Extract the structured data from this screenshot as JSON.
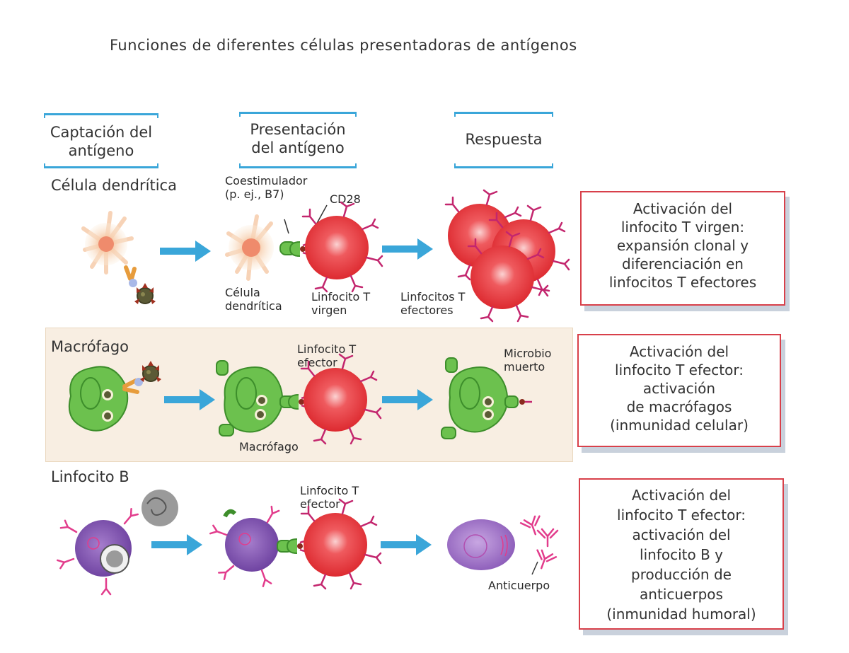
{
  "title": "Funciones de diferentes células presentadoras de antígenos",
  "columns": {
    "capture": "Captación del antígeno",
    "presentation": "Presentación del antígeno",
    "response": "Respuesta"
  },
  "rows": {
    "dendritic": {
      "label": "Célula dendrítica",
      "costim_label": "Coestimulador (p. ej., B7)",
      "cd28_label": "CD28",
      "cell_label": "Célula dendrítica",
      "naive_label": "Linfocito T virgen",
      "effectors_label": "Linfocitos T efectores",
      "result": [
        "Activación del",
        "linfocito T virgen:",
        "expansión clonal y",
        "diferenciación en",
        "linfocitos T efectores"
      ]
    },
    "macrophage": {
      "label": "Macrófago",
      "effector_label": "Linfocito T efector",
      "macrophage_label": "Macrófago",
      "dead_microbe_label": "Microbio muerto",
      "result": [
        "Activación del",
        "linfocito T efector:",
        "activación",
        "de macrófagos",
        "(inmunidad celular)"
      ]
    },
    "bcell": {
      "label": "Linfocito B",
      "effector_label": "Linfocito T efector",
      "antibody_label": "Anticuerpo",
      "result": [
        "Activación del",
        "linfocito T efector:",
        "activación del",
        "linfocito B y",
        "producción de",
        "anticuerpos",
        "(inmunidad humoral)"
      ]
    }
  },
  "colors": {
    "arrow": "#3aa6d9",
    "box_border": "#d8404a",
    "tcell": "#e8383d",
    "macrophage": "#6cc14e",
    "bcell": "#7a4aa8",
    "dendritic": "#f6d7b4",
    "receptor": "#e23c8c",
    "band": "#f8eee2"
  },
  "icons": [
    "arrow-right-icon",
    "dendritic-cell-icon",
    "t-cell-icon",
    "macrophage-icon",
    "microbe-icon",
    "b-cell-icon",
    "antibody-icon",
    "plasma-cell-icon"
  ]
}
